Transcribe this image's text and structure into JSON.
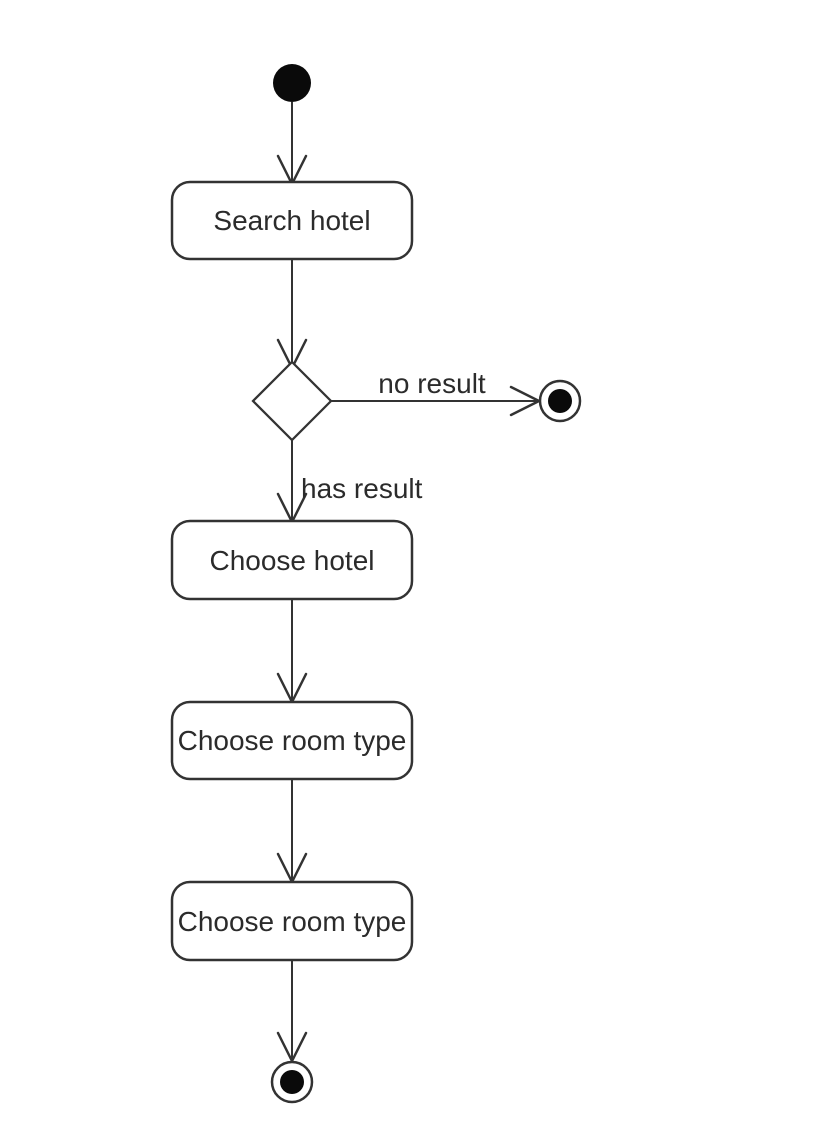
{
  "diagram": {
    "type": "uml-activity-diagram",
    "background_color": "#ffffff",
    "stroke_color": "#333333",
    "text_color": "#2b2b2b",
    "nodes": {
      "start": {
        "type": "initial-node"
      },
      "search_hotel": {
        "type": "action",
        "label": "Search hotel"
      },
      "decision": {
        "type": "decision-diamond"
      },
      "no_result_end": {
        "type": "activity-final-node"
      },
      "choose_hotel": {
        "type": "action",
        "label": "Choose hotel"
      },
      "choose_room_type_1": {
        "type": "action",
        "label": "Choose room type"
      },
      "choose_room_type_2": {
        "type": "action",
        "label": "Choose room type"
      },
      "final": {
        "type": "activity-final-node"
      }
    },
    "edge_labels": {
      "no_result": "no result",
      "has_result": "has result"
    }
  }
}
